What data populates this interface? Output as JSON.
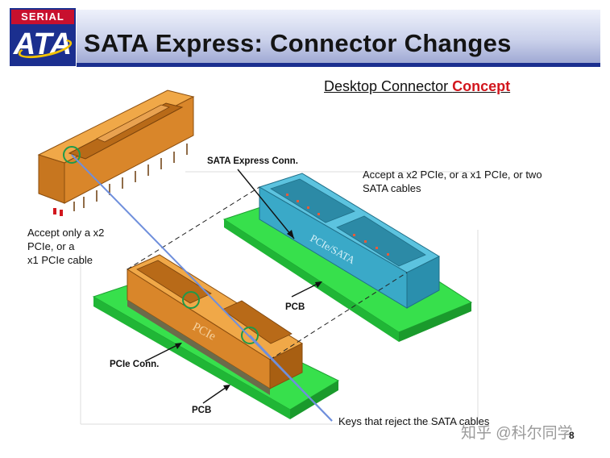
{
  "header": {
    "title": "SATA Express: Connector Changes",
    "logo_top": "SERIAL",
    "logo_main": "ATA"
  },
  "subtitle": {
    "lead": "Desktop Connector ",
    "accent": "Concept"
  },
  "labels": {
    "sata_express_conn": "SATA Express Conn.",
    "accept_x2_line1": "Accept a x2 PCIe, or a x1 PCIe, or two",
    "accept_x2_line2": "SATA cables",
    "accept_only_line1": "Accept only a x2",
    "accept_only_line2": "PCIe, or a",
    "accept_only_line3": "x1 PCIe cable",
    "pcb_top": "PCB",
    "pcie_conn": "PCIe Conn.",
    "pcb_bottom": "PCB",
    "keys_reject": "Keys that reject the SATA cables",
    "connector_text_pcie": "PCIe",
    "connector_text_pcie_sata": "PCIe/SATA"
  },
  "watermark": "知乎 @科尔同学",
  "page_number": "8",
  "colors": {
    "orange": "#d9862a",
    "orange_dark": "#a85f12",
    "teal": "#3aa9c8",
    "teal_dark": "#1f7f9a",
    "green": "#35e04a",
    "green_dark": "#1ea032",
    "accent_red": "#d2161d",
    "blue_line": "#6f8fdc"
  }
}
